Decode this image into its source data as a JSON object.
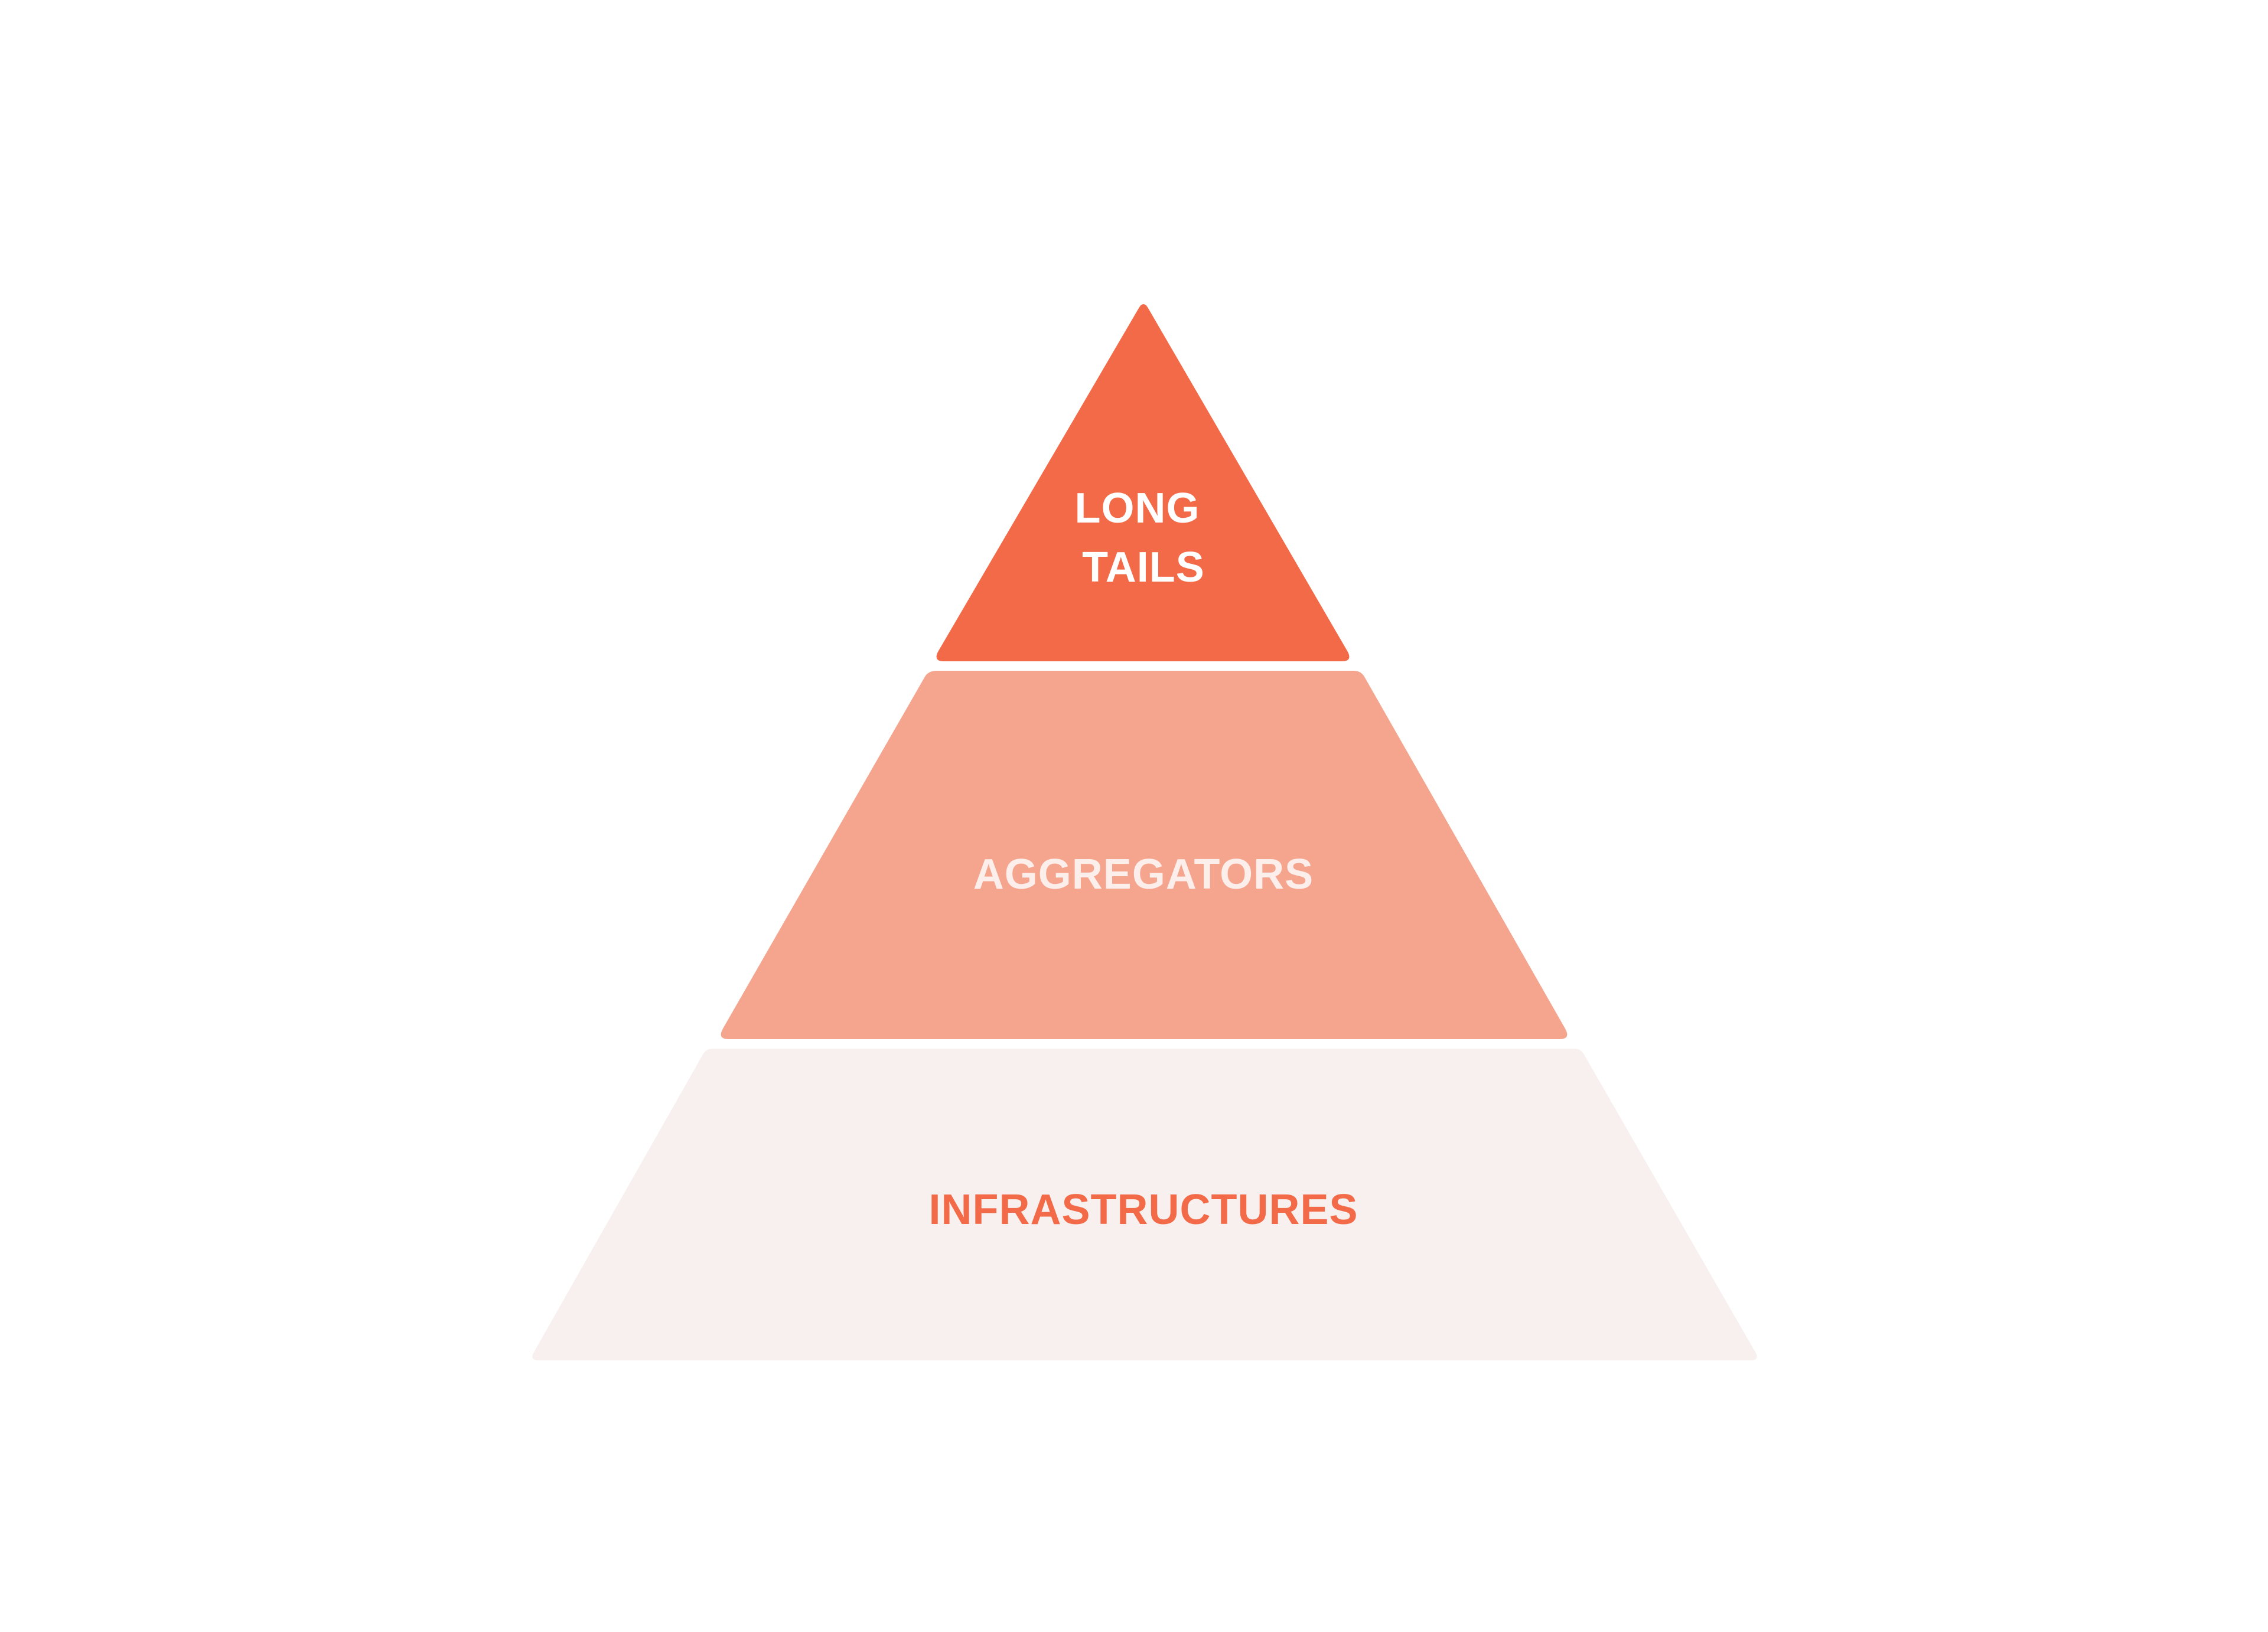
{
  "pyramid": {
    "tiers": [
      {
        "name": "top",
        "label_lines": [
          "LONG",
          "TAILS"
        ],
        "fill": "#F26A47",
        "text_color": "#FFFFFF"
      },
      {
        "name": "middle",
        "label_lines": [
          "AGGREGATORS"
        ],
        "fill": "#F5A48E",
        "text_color": "#FCEEEA"
      },
      {
        "name": "bottom",
        "label_lines": [
          "INFRASTRUCTURES"
        ],
        "fill": "#F7F0EE",
        "text_color": "#F26A47"
      }
    ]
  }
}
